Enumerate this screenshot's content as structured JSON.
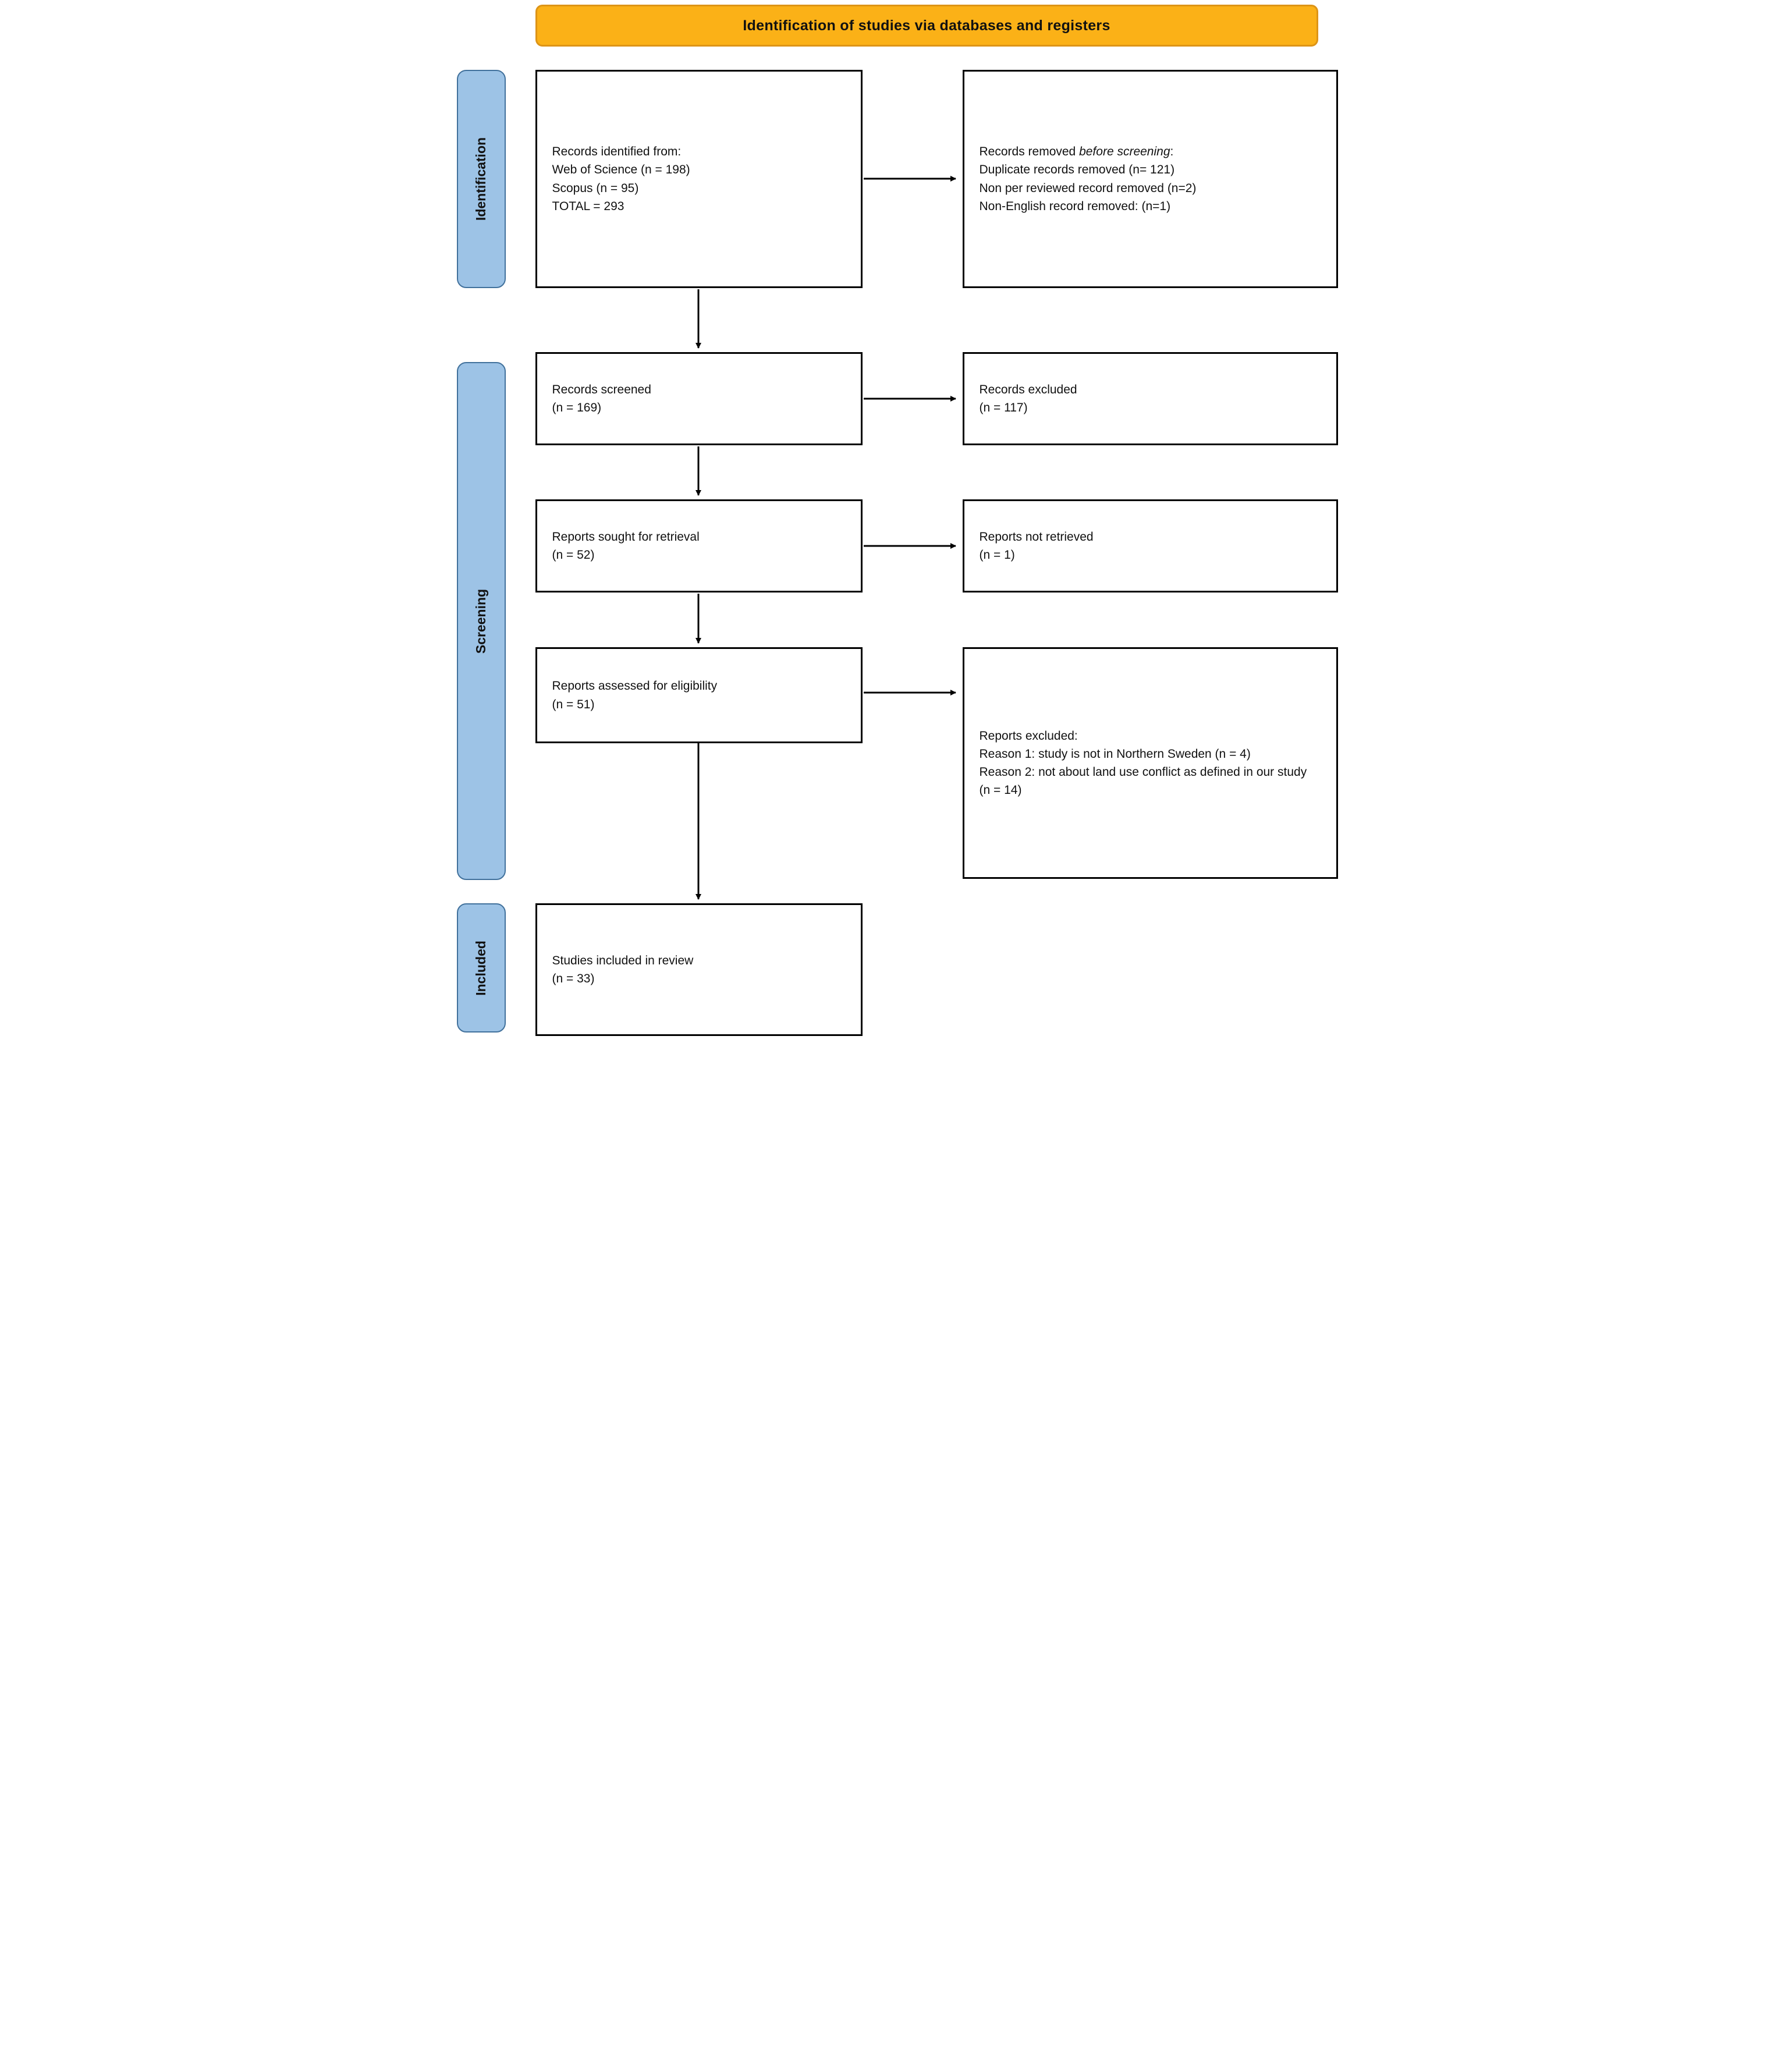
{
  "header": {
    "title": "Identification of studies via databases and registers"
  },
  "stages": [
    {
      "label": "Identification"
    },
    {
      "label": "Screening"
    },
    {
      "label": "Included"
    }
  ],
  "boxes": {
    "records_identified": {
      "lines": [
        "Records identified from:",
        "Web of Science (n = 198)",
        "Scopus (n = 95)",
        "TOTAL = 293"
      ]
    },
    "records_removed": {
      "title_prefix": "Records removed ",
      "title_italic": "before screening",
      "title_suffix": ":",
      "lines": [
        "Duplicate records removed (n= 121)",
        "Non per reviewed record removed (n=2)",
        "Non-English record removed: (n=1)"
      ]
    },
    "records_screened": {
      "lines": [
        "Records screened",
        "(n = 169)"
      ]
    },
    "records_excluded": {
      "lines": [
        "Records excluded",
        "(n = 117)"
      ]
    },
    "reports_sought": {
      "lines": [
        "Reports sought for retrieval",
        "(n = 52)"
      ]
    },
    "reports_not_retrieved": {
      "lines": [
        "Reports not retrieved",
        "(n = 1)"
      ]
    },
    "reports_assessed": {
      "lines": [
        "Reports assessed for eligibility",
        "(n = 51)"
      ]
    },
    "reports_excluded": {
      "lines": [
        "Reports excluded:",
        "Reason 1: study is not in Northern Sweden (n = 4)",
        "Reason 2: not about land use conflict as defined in our study (n = 14)"
      ]
    },
    "studies_included": {
      "lines": [
        "Studies included in review",
        "(n = 33)"
      ]
    }
  },
  "colors": {
    "header_bg": "#FBB117",
    "header_border": "#DD9416",
    "stage_bg": "#9DC3E6",
    "stage_border": "#41719C",
    "box_border": "#000000",
    "arrow": "#000000"
  }
}
